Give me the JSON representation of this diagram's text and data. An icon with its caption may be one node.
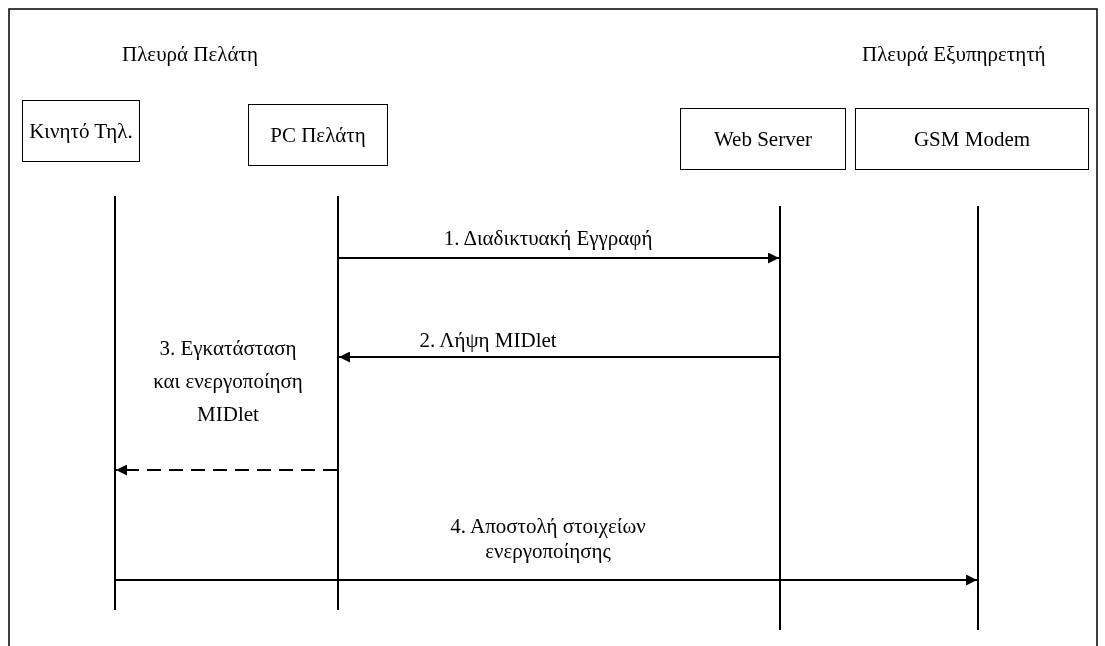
{
  "diagram": {
    "nodes": [
      {
        "text": [
          "Κινητό Τηλ."
        ]
      },
      {
        "text": [
          "PC Πελάτη"
        ]
      },
      {
        "text": [
          "Web Server"
        ]
      },
      {
        "text": [
          "GSM Modem"
        ]
      },
      {
        "text": [],
        "shape": "bar"
      },
      {
        "text": [],
        "shape": "bar"
      },
      {
        "text": [],
        "shape": "bar"
      },
      {
        "text": [],
        "shape": "bar"
      }
    ],
    "edges": [
      {
        "from": 5,
        "to": 6,
        "arrow": "to",
        "label": "1. Διαδικτυακή Εγγραφή"
      },
      {
        "from": 6,
        "to": 5,
        "arrow": "to",
        "label": "2. Λήψη MIDlet"
      },
      {
        "from": 5,
        "to": 4,
        "arrow": "to",
        "label": "3. Εγκατάσταση και ενεργοποίηση MIDlet",
        "style": "dashed"
      },
      {
        "from": 4,
        "to": 7,
        "arrow": "to",
        "label": "4. Αποστολή στοιχείων ενεργοποίησης"
      }
    ],
    "labels": [
      "Πλευρά Πελάτη",
      "Πλευρά Εξυπηρετητή"
    ]
  }
}
